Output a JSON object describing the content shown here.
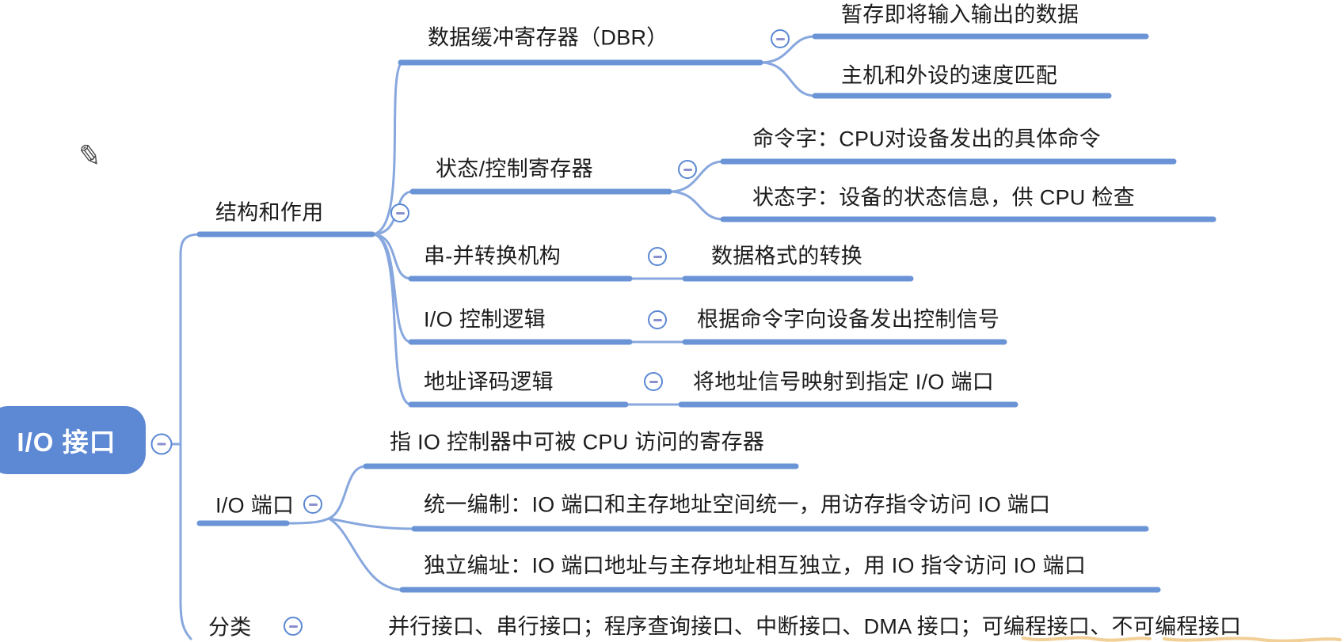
{
  "app": {
    "kind": "mind-map-canvas",
    "background": "#ffffff"
  },
  "colors": {
    "branch_line": "#6b94d6",
    "thin_line": "#87a7de",
    "root_fill": "#5c88d4",
    "root_text": "#ffffff",
    "node_text": "#1c1c1c",
    "collapse_border": "#5b87d3",
    "collapse_dash": "#8a8fd0",
    "highlight_marker": "#e8a83f"
  },
  "cursor": {
    "icon": "pencil-cursor",
    "glyph": "✎"
  },
  "map": {
    "root": {
      "label": "I/O 接口"
    },
    "branches": [
      {
        "label": "结构和作用",
        "children": [
          {
            "label": "数据缓冲寄存器（DBR）",
            "children": [
              {
                "label": "暂存即将输入输出的数据"
              },
              {
                "label": "主机和外设的速度匹配"
              }
            ]
          },
          {
            "label": "状态/控制寄存器",
            "children": [
              {
                "label": "命令字：CPU对设备发出的具体命令"
              },
              {
                "label": "状态字：设备的状态信息，供 CPU 检查"
              }
            ]
          },
          {
            "label": "串-并转换机构",
            "children": [
              {
                "label": "数据格式的转换"
              }
            ]
          },
          {
            "label": "I/O 控制逻辑",
            "children": [
              {
                "label": "根据命令字向设备发出控制信号"
              }
            ]
          },
          {
            "label": "地址译码逻辑",
            "children": [
              {
                "label": "将地址信号映射到指定 I/O 端口"
              }
            ]
          }
        ]
      },
      {
        "label": "I/O 端口",
        "children": [
          {
            "label": "指 IO 控制器中可被 CPU 访问的寄存器"
          },
          {
            "label": "统一编制：IO 端口和主存地址空间统一，用访存指令访问 IO 端口"
          },
          {
            "label": "独立编址：IO 端口地址与主存地址相互独立，用 IO 指令访问 IO 端口"
          }
        ]
      },
      {
        "label": "分类",
        "children": [
          {
            "label": "并行接口、串行接口；程序查询接口、中断接口、DMA 接口；可编程接口、不可编程接口"
          }
        ]
      }
    ]
  }
}
